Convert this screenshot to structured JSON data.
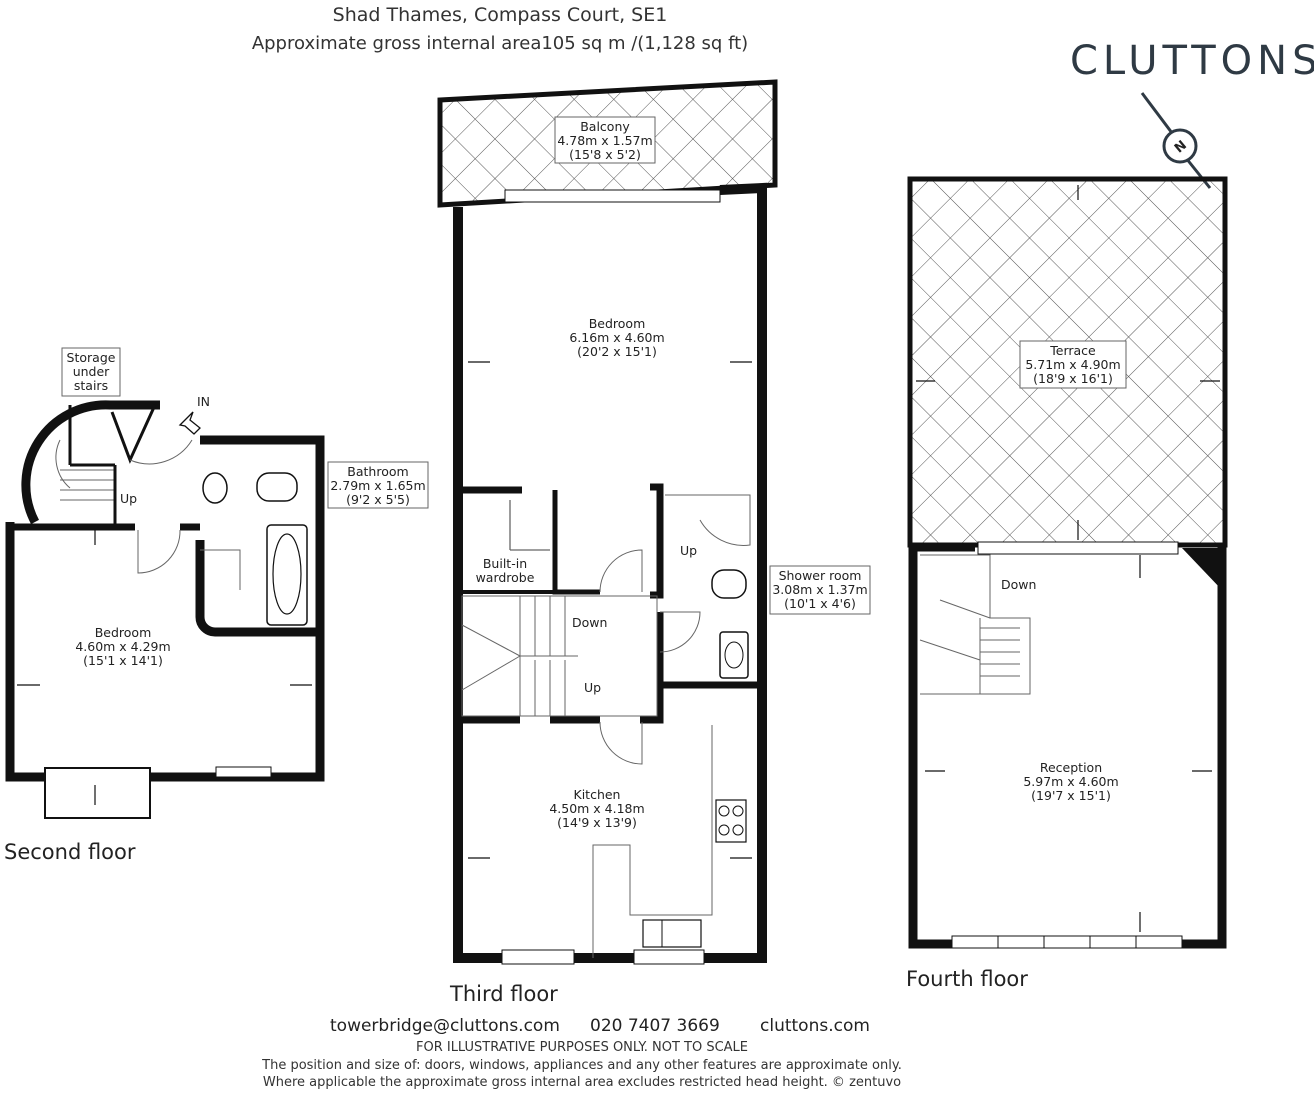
{
  "header": {
    "title": "Shad Thames, Compass Court, SE1",
    "subtitle": "Approximate gross internal area105 sq m /(1,128 sq ft)"
  },
  "brand": {
    "logo_text": "CLUTTONS",
    "compass_letter": "N"
  },
  "floors": {
    "second": {
      "label": "Second floor",
      "rooms": {
        "storage": {
          "name": "Storage",
          "line2": "under",
          "line3": "stairs"
        },
        "bathroom": {
          "name": "Bathroom",
          "metric": "2.79m x 1.65m",
          "imperial": "(9'2 x 5'5)"
        },
        "bedroom": {
          "name": "Bedroom",
          "metric": "4.60m x 4.29m",
          "imperial": "(15'1 x 14'1)"
        }
      },
      "in_label": "IN",
      "up_label": "Up"
    },
    "third": {
      "label": "Third floor",
      "rooms": {
        "balcony": {
          "name": "Balcony",
          "metric": "4.78m x 1.57m",
          "imperial": "(15'8 x 5'2)"
        },
        "bedroom": {
          "name": "Bedroom",
          "metric": "6.16m x 4.60m",
          "imperial": "(20'2 x 15'1)"
        },
        "wardrobe": {
          "name": "Built-in",
          "line2": "wardrobe"
        },
        "shower": {
          "name": "Shower room",
          "metric": "3.08m x 1.37m",
          "imperial": "(10'1 x 4'6)"
        },
        "kitchen": {
          "name": "Kitchen",
          "metric": "4.50m x 4.18m",
          "imperial": "(14'9 x 13'9)"
        }
      },
      "down_label": "Down",
      "up_label": "Up",
      "shower_up_label": "Up"
    },
    "fourth": {
      "label": "Fourth floor",
      "rooms": {
        "terrace": {
          "name": "Terrace",
          "metric": "5.71m x 4.90m",
          "imperial": "(18'9 x 16'1)"
        },
        "reception": {
          "name": "Reception",
          "metric": "5.97m x 4.60m",
          "imperial": "(19'7 x 15'1)"
        }
      },
      "down_label": "Down"
    }
  },
  "contact": {
    "email": "towerbridge@cluttons.com",
    "phone": "020 7407 3669",
    "website": "cluttons.com"
  },
  "disclaimer": {
    "line1": "FOR ILLUSTRATIVE PURPOSES ONLY. NOT TO SCALE",
    "line2": "The position and size of: doors, windows, appliances and any other features are approximate only.",
    "line3": "Where applicable the approximate gross internal area excludes restricted head height. © zentuvo"
  },
  "colors": {
    "wall": "#111111",
    "hatch": "#555555",
    "logo": "#2f3a44"
  }
}
